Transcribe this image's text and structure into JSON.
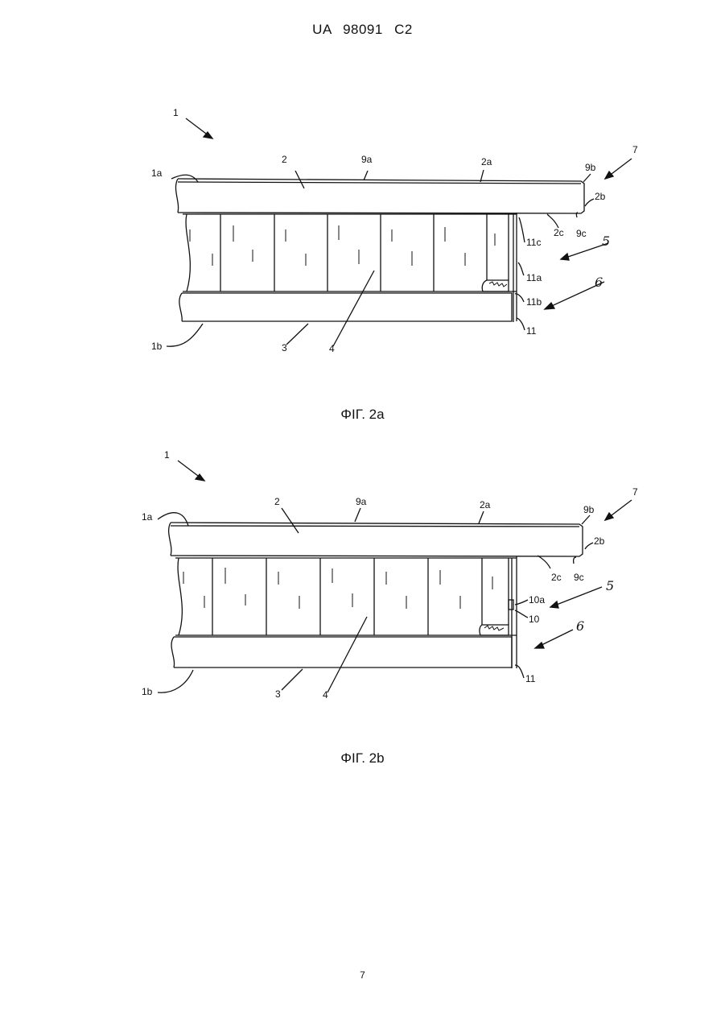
{
  "header": {
    "patent_number": "UA   98091   C2"
  },
  "figure_a": {
    "caption": "ΦΙΓ. 2a",
    "labels": {
      "l1": "1",
      "l1a": "1a",
      "l1b": "1b",
      "l2": "2",
      "l3": "3",
      "l4": "4",
      "l9a": "9a",
      "l2a": "2a",
      "l9b": "9b",
      "l2b": "2b",
      "l2c": "2c",
      "l9c": "9c",
      "l7": "7",
      "l5": "5",
      "l6": "6",
      "l11c": "11c",
      "l11a": "11a",
      "l11b": "11b",
      "l11": "11"
    }
  },
  "figure_b": {
    "caption": "ΦΙΓ. 2b",
    "labels": {
      "l1": "1",
      "l1a": "1a",
      "l1b": "1b",
      "l2": "2",
      "l3": "3",
      "l4": "4",
      "l9a": "9a",
      "l2a": "2a",
      "l9b": "9b",
      "l2b": "2b",
      "l2c": "2c",
      "l9c": "9c",
      "l7": "7",
      "l5": "5",
      "l6": "6",
      "l10a": "10a",
      "l10": "10",
      "l11": "11"
    }
  },
  "footer": {
    "page_number": "7"
  }
}
